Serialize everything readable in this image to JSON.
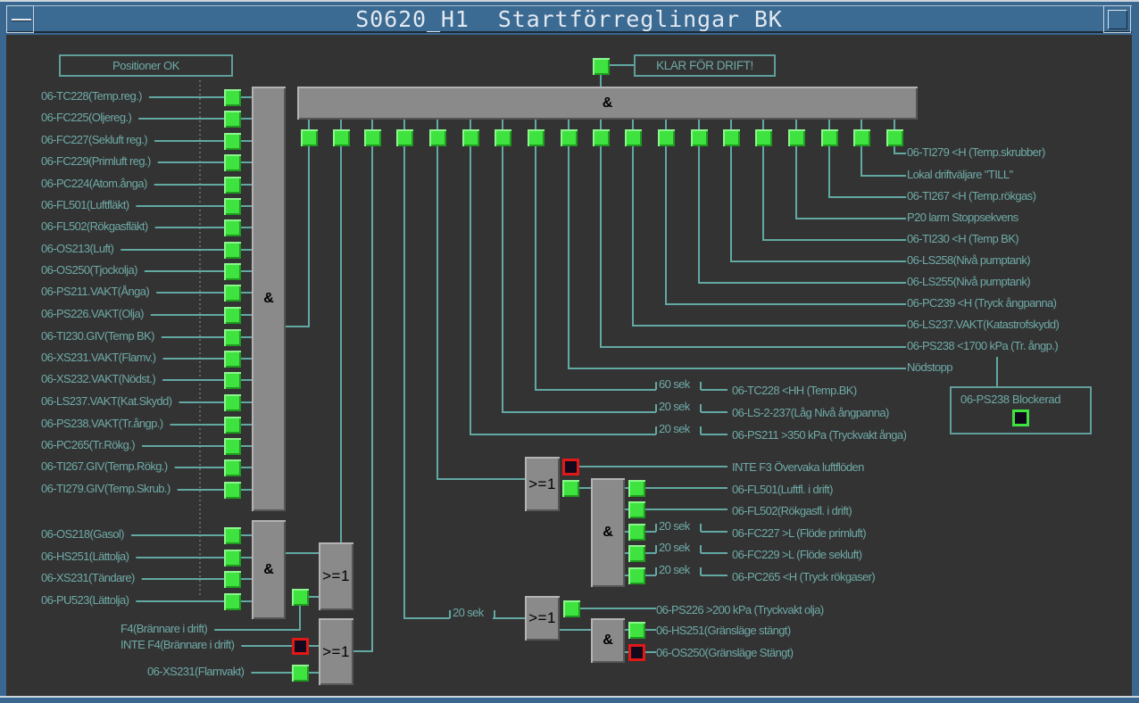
{
  "window": {
    "title": "S0620_H1  Startförreglingar BK"
  },
  "header": {
    "positions_ok": "Positioner OK",
    "ready": "KLAR FÖR DRIFT!",
    "ready_state": "on"
  },
  "gates": {
    "and": "&",
    "or": ">=1"
  },
  "left_inputs": [
    {
      "label": "06-TC228(Temp.reg.)",
      "state": "on"
    },
    {
      "label": "06-FC225(Oljereg.)",
      "state": "on"
    },
    {
      "label": "06-FC227(Sekluft reg.)",
      "state": "on"
    },
    {
      "label": "06-FC229(Primluft reg.)",
      "state": "on"
    },
    {
      "label": "06-PC224(Atom.ånga)",
      "state": "on"
    },
    {
      "label": "06-FL501(Luftfläkt)",
      "state": "on"
    },
    {
      "label": "06-FL502(Rökgasfläkt)",
      "state": "on"
    },
    {
      "label": "06-OS213(Luft)",
      "state": "on"
    },
    {
      "label": "06-OS250(Tjockolja)",
      "state": "on"
    },
    {
      "label": "06-PS211.VAKT(Ånga)",
      "state": "on"
    },
    {
      "label": "06-PS226.VAKT(Olja)",
      "state": "on"
    },
    {
      "label": "06-TI230.GIV(Temp BK)",
      "state": "on"
    },
    {
      "label": "06-XS231.VAKT(Flamv.)",
      "state": "on"
    },
    {
      "label": "06-XS232.VAKT(Nödst.)",
      "state": "on"
    },
    {
      "label": "06-LS237.VAKT(Kat.Skydd)",
      "state": "on"
    },
    {
      "label": "06-PS238.VAKT(Tr.ångp.)",
      "state": "on"
    },
    {
      "label": "06-PC265(Tr.Rökg.)",
      "state": "on"
    },
    {
      "label": "06-TI267.GIV(Temp.Rökg.)",
      "state": "on"
    },
    {
      "label": "06-TI279.GIV(Temp.Skrub.)",
      "state": "on"
    }
  ],
  "fuel_inputs": [
    {
      "label": "06-OS218(Gasol)",
      "state": "on"
    },
    {
      "label": "06-HS251(Lättolja)",
      "state": "on"
    },
    {
      "label": "06-XS231(Tändare)",
      "state": "on"
    },
    {
      "label": "06-PU523(Lättolja)",
      "state": "on"
    }
  ],
  "burner": {
    "f4": {
      "label": "F4(Brännare i drift)",
      "state": "on"
    },
    "not_f4": {
      "label": "INTE F4(Brännare i drift)",
      "state": "off"
    },
    "flame": {
      "label": "06-XS231(Flamvakt)",
      "state": "on"
    }
  },
  "top_row_states": [
    "on",
    "on",
    "on",
    "on",
    "on",
    "on",
    "on",
    "on",
    "on",
    "on",
    "on",
    "on",
    "on",
    "on",
    "on",
    "on",
    "on",
    "on",
    "on"
  ],
  "right_conditions": [
    {
      "label": "06-TI279 <H (Temp.skrubber)"
    },
    {
      "label": "Lokal driftväljare \"TILL\""
    },
    {
      "label": "06-TI267 <H (Temp.rökgas)"
    },
    {
      "label": "P20 larm Stoppsekvens"
    },
    {
      "label": "06-TI230 <H (Temp BK)"
    },
    {
      "label": "06-LS258(Nivå pumptank)"
    },
    {
      "label": "06-LS255(Nivå pumptank)"
    },
    {
      "label": "06-PC239 <H (Tryck ångpanna)"
    },
    {
      "label": "06-LS237.VAKT(Katastrofskydd)"
    },
    {
      "label": "06-PS238 <1700 kPa (Tr. ångp.)"
    },
    {
      "label": "Nödstopp"
    },
    {
      "label": "06-TC228 <HH (Temp.BK)",
      "timer": "60 sek"
    },
    {
      "label": "06-LS-2-237(Låg Nivå ångpanna)",
      "timer": "20 sek"
    },
    {
      "label": "06-PS211 >350 kPa (Tryckvakt ånga)",
      "timer": "20 sek"
    }
  ],
  "blocked": {
    "label": "06-PS238 Blockerad",
    "state": "off"
  },
  "airflow": {
    "not_f3": {
      "label": "INTE F3 Övervaka luftflöden",
      "state": "off"
    },
    "or_output_state": "on",
    "inputs": [
      {
        "label": "06-FL501(Luftfl. i drift)",
        "state": "on"
      },
      {
        "label": "06-FL502(Rökgasfl. i drift)",
        "state": "on"
      },
      {
        "label": "06-FC227 >L (Flöde primluft)",
        "state": "on",
        "timer": "20 sek"
      },
      {
        "label": "06-FC229 >L (Flöde sekluft)",
        "state": "on",
        "timer": "20 sek"
      },
      {
        "label": "06-PC265 <H (Tryck rökgaser)",
        "state": "on",
        "timer": "20 sek"
      }
    ]
  },
  "oil": {
    "timer": "20 sek",
    "pressure": {
      "label": "06-PS226 >200 kPa (Tryckvakt olja)",
      "state": "on"
    },
    "inputs": [
      {
        "label": "06-HS251(Gränsläge stängt)",
        "state": "on"
      },
      {
        "label": "06-OS250(Gränsläge Stängt)",
        "state": "off"
      }
    ]
  }
}
